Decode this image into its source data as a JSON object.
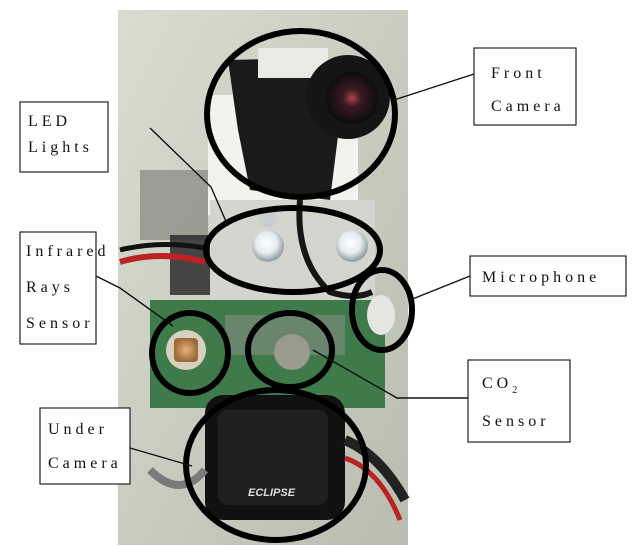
{
  "labels": {
    "front_camera": [
      "Front",
      "Camera"
    ],
    "led_lights": [
      "LED",
      "Lights"
    ],
    "infrared": [
      "Infrared",
      "Rays",
      "Sensor"
    ],
    "microphone": "Microphone",
    "co2": {
      "main": "CO",
      "subscript": "2",
      "line2": "Sensor"
    },
    "under_camera": [
      "Under",
      "Camera"
    ]
  },
  "logo_text": "ECLIPSE",
  "colors": {
    "background": "#ffffff",
    "photo_wall": "#cfd3c6",
    "ring": "#000000"
  }
}
